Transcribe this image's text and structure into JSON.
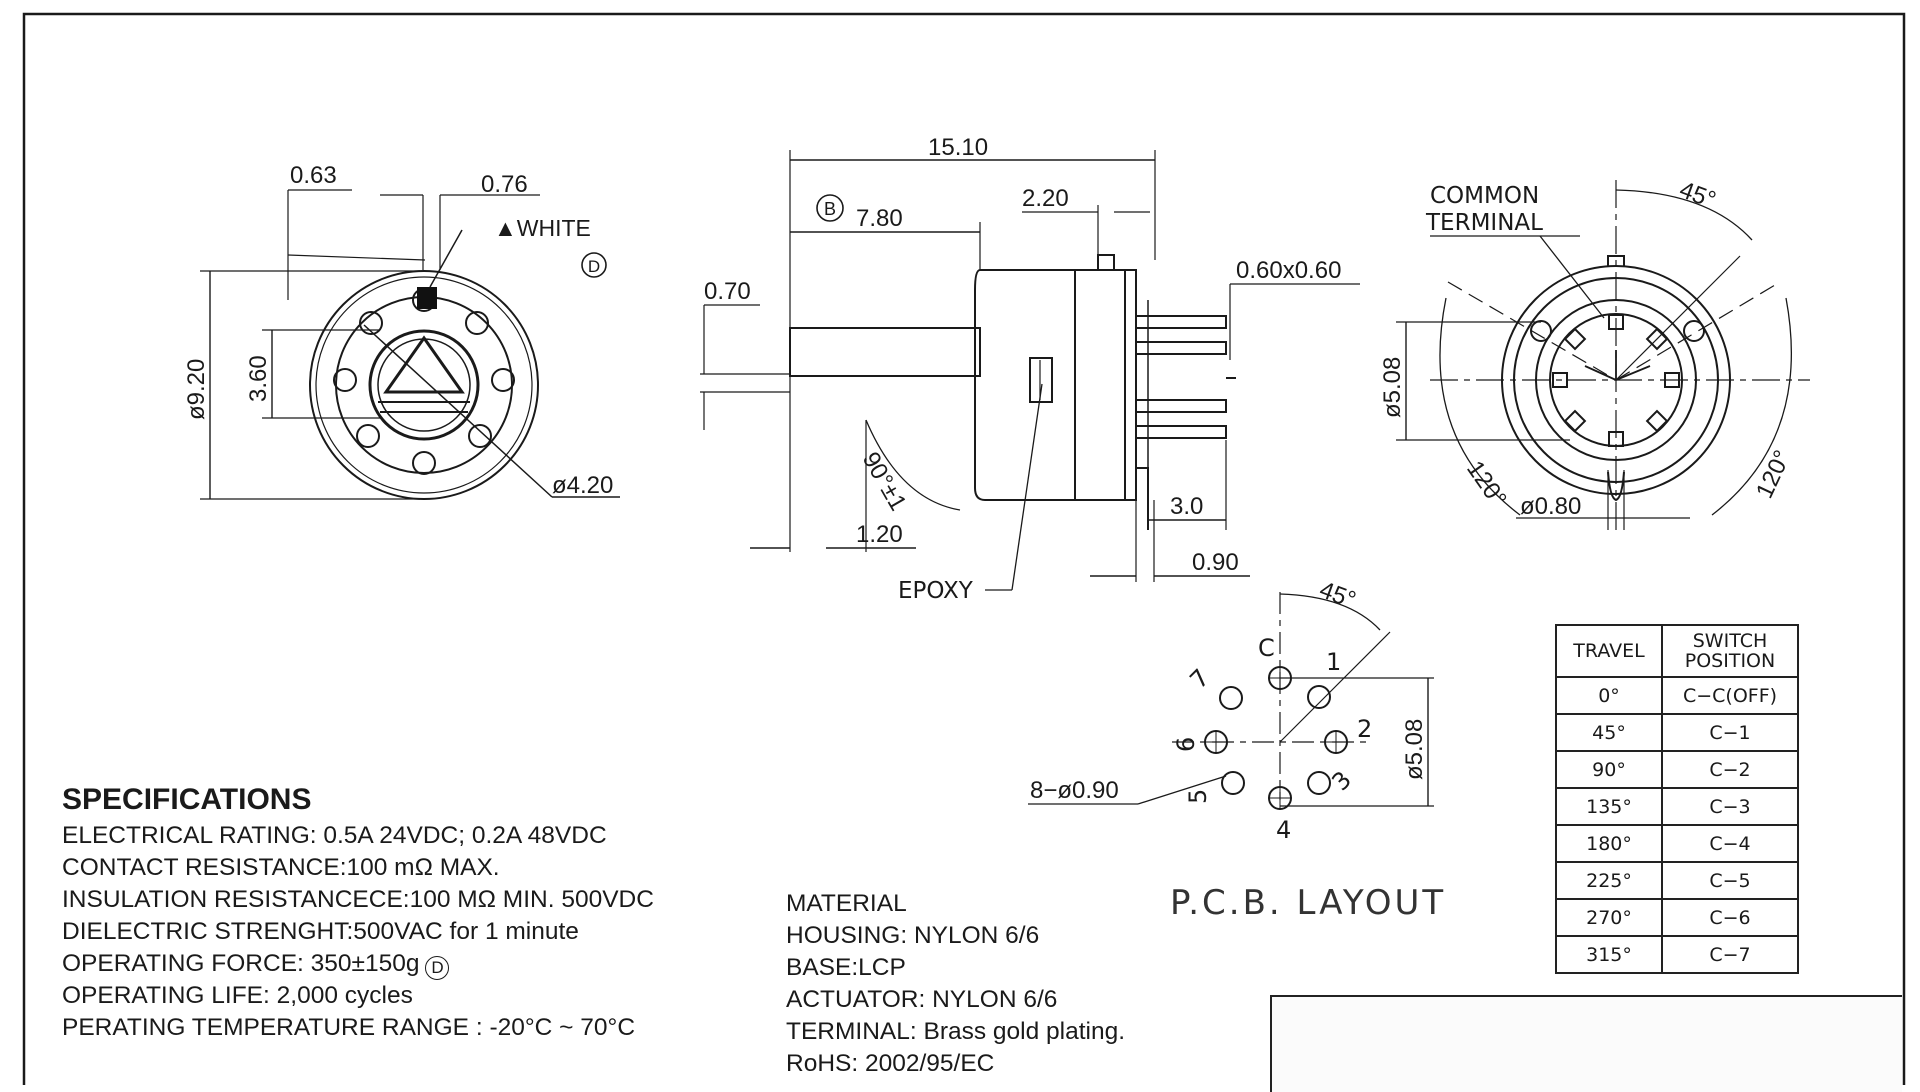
{
  "front_view": {
    "dim_063": "0.63",
    "dim_076": "0.76",
    "white_marker": "▲WHITE",
    "rev_d": "D",
    "dim_dia920": "ø9.20",
    "dim_360": "3.60",
    "dim_dia420": "ø4.20"
  },
  "side_view": {
    "dim_1510": "15.10",
    "rev_b": "B",
    "dim_780": "7.80",
    "dim_220": "2.20",
    "dim_070": "0.70",
    "dim_060x060": "0.60x0.60",
    "dim_90deg": "90°±1",
    "dim_120": "1.20",
    "dim_30": "3.0",
    "dim_090": "0.90",
    "epoxy": "EPOXY"
  },
  "rear_view": {
    "common_terminal_1": "COMMON",
    "common_terminal_2": "TERMINAL",
    "angle_45": "45°",
    "dim_dia508": "ø5.08",
    "angle_120_left": "120°",
    "angle_120_right": "120°",
    "dim_dia080": "ø0.80"
  },
  "pcb_layout": {
    "angle_45": "45°",
    "pin_c": "C",
    "pin_1": "1",
    "pin_2": "2",
    "pin_3": "3",
    "pin_4": "4",
    "pin_5": "5",
    "pin_6": "6",
    "pin_7": "7",
    "dim_dia508": "ø5.08",
    "holes": "8−ø0.90",
    "title": "P.C.B.  LAYOUT"
  },
  "specifications": {
    "title": "SPECIFICATIONS",
    "electrical_rating": "ELECTRICAL RATING: 0.5A 24VDC; 0.2A 48VDC",
    "contact_resistance": "CONTACT RESISTANCE:100 mΩ MAX.",
    "insulation_resistance": "INSULATION RESISTANCECE:100 MΩ MIN. 500VDC",
    "dielectric_strength": "DIELECTRIC STRENGHT:500VAC for 1 minute",
    "operating_force": "OPERATING FORCE: 350±150g",
    "operating_force_rev": "D",
    "operating_life": "OPERATING LIFE: 2,000 cycles",
    "temperature_range": "PERATING TEMPERATURE RANGE : -20°C ~ 70°C"
  },
  "material": {
    "title": "MATERIAL",
    "housing": "HOUSING: NYLON 6/6",
    "base": "BASE:LCP",
    "actuator": "ACTUATOR: NYLON 6/6",
    "terminal": "TERMINAL: Brass gold plating.",
    "rohs": "RoHS: 2002/95/EC"
  },
  "travel_table": {
    "headers": [
      "TRAVEL",
      "SWITCH POSITION"
    ],
    "rows": [
      [
        "0°",
        "C−C(OFF)"
      ],
      [
        "45°",
        "C−1"
      ],
      [
        "90°",
        "C−2"
      ],
      [
        "135°",
        "C−3"
      ],
      [
        "180°",
        "C−4"
      ],
      [
        "225°",
        "C−5"
      ],
      [
        "270°",
        "C−6"
      ],
      [
        "315°",
        "C−7"
      ]
    ]
  }
}
